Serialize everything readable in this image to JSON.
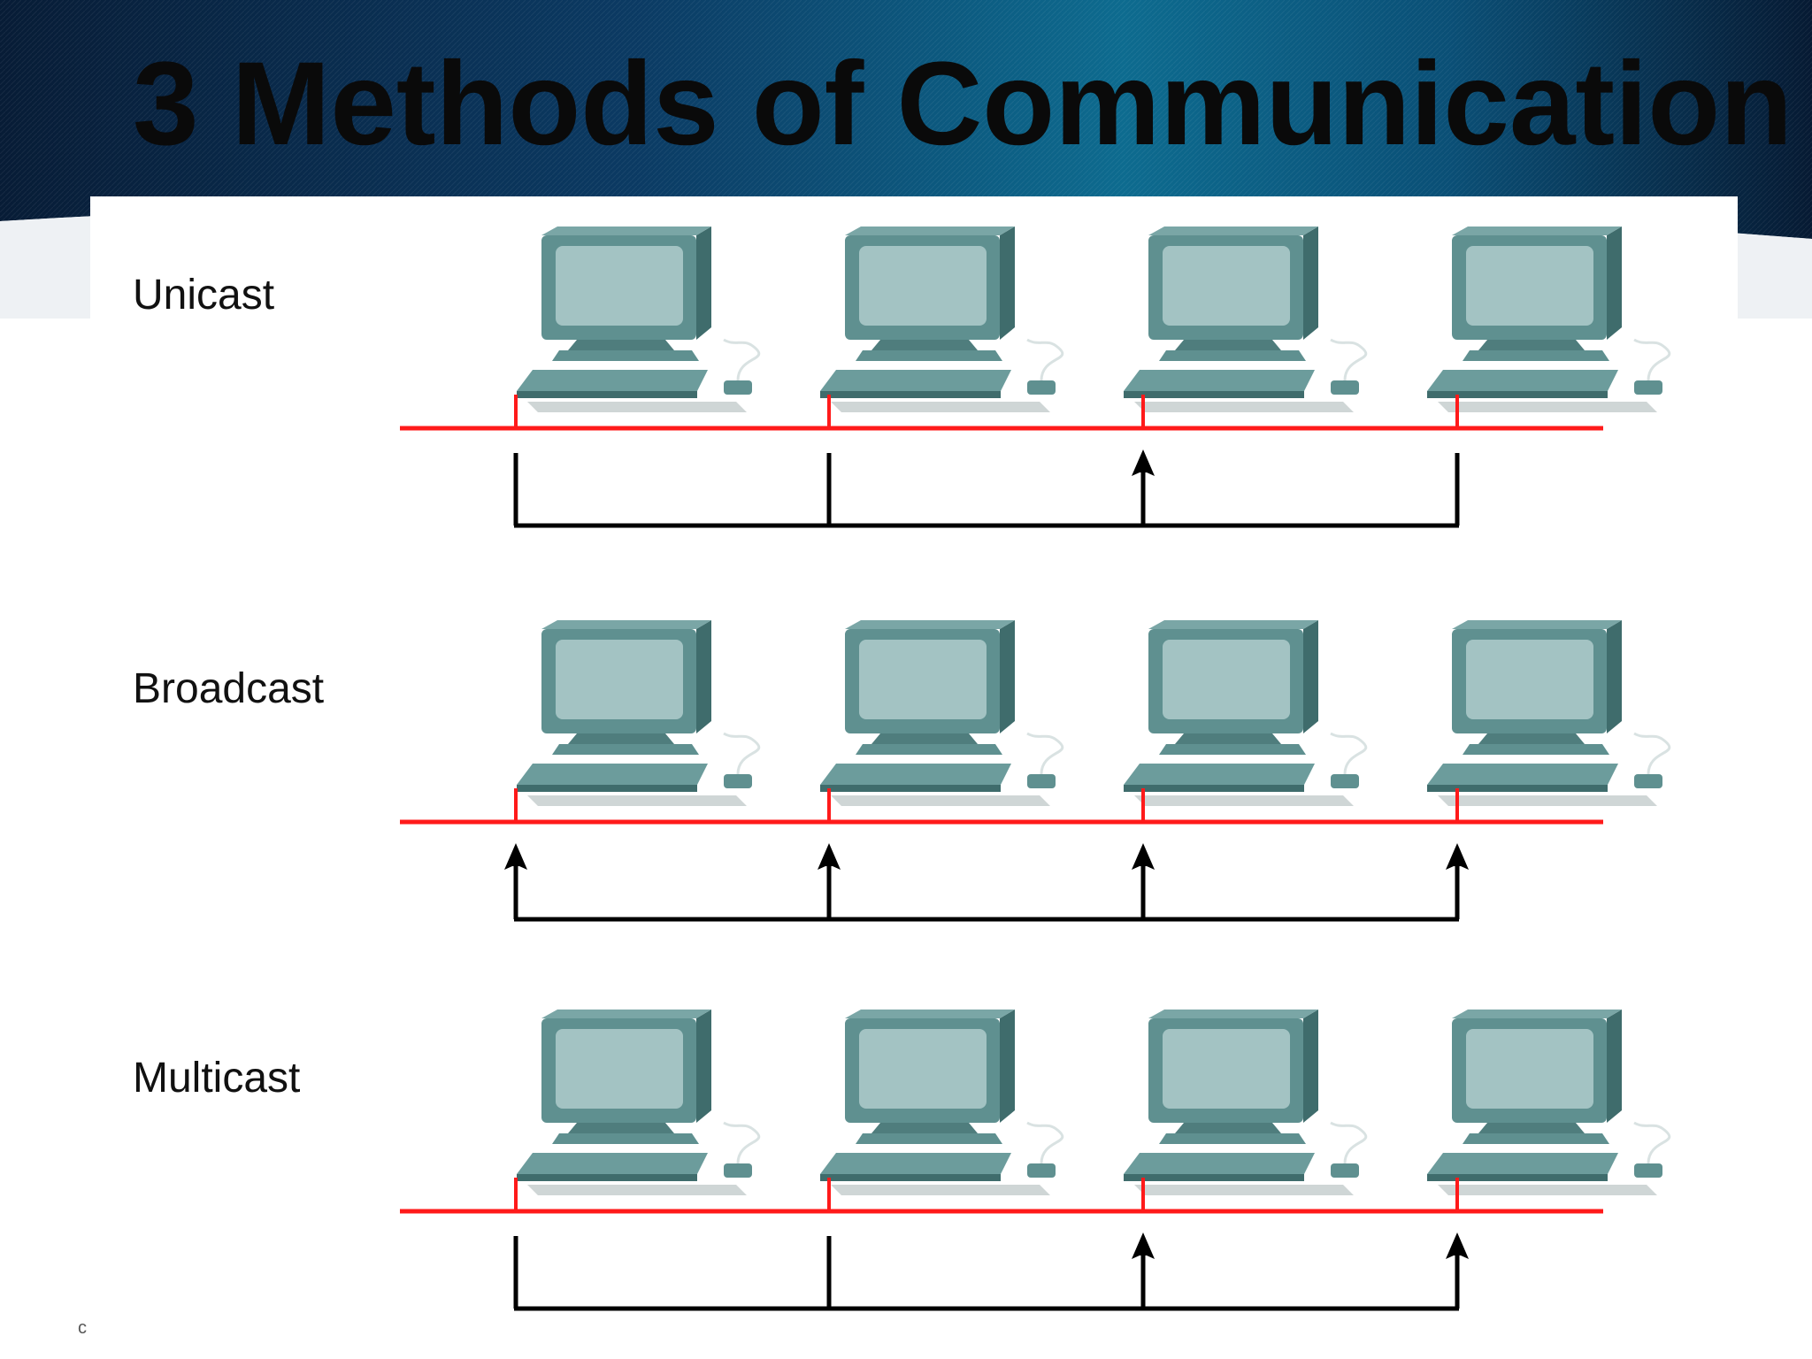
{
  "slide": {
    "title": "3 Methods of Communication",
    "footer_mark": "c"
  },
  "diagram": {
    "rows": [
      {
        "label": "Unicast",
        "arrow_targets": [
          false,
          false,
          true,
          false
        ]
      },
      {
        "label": "Broadcast",
        "arrow_targets": [
          true,
          true,
          true,
          true
        ]
      },
      {
        "label": "Multicast",
        "arrow_targets": [
          false,
          false,
          true,
          true
        ]
      }
    ],
    "hosts_per_row": 4,
    "colors": {
      "network_line": "#ff1a1a",
      "signal_line": "#000000",
      "computer_body": "#5f9090",
      "computer_screen": "#a3c3c3",
      "header_dark": "#08233f",
      "header_light": "#0b6f92"
    },
    "icon": "computer-icon"
  }
}
